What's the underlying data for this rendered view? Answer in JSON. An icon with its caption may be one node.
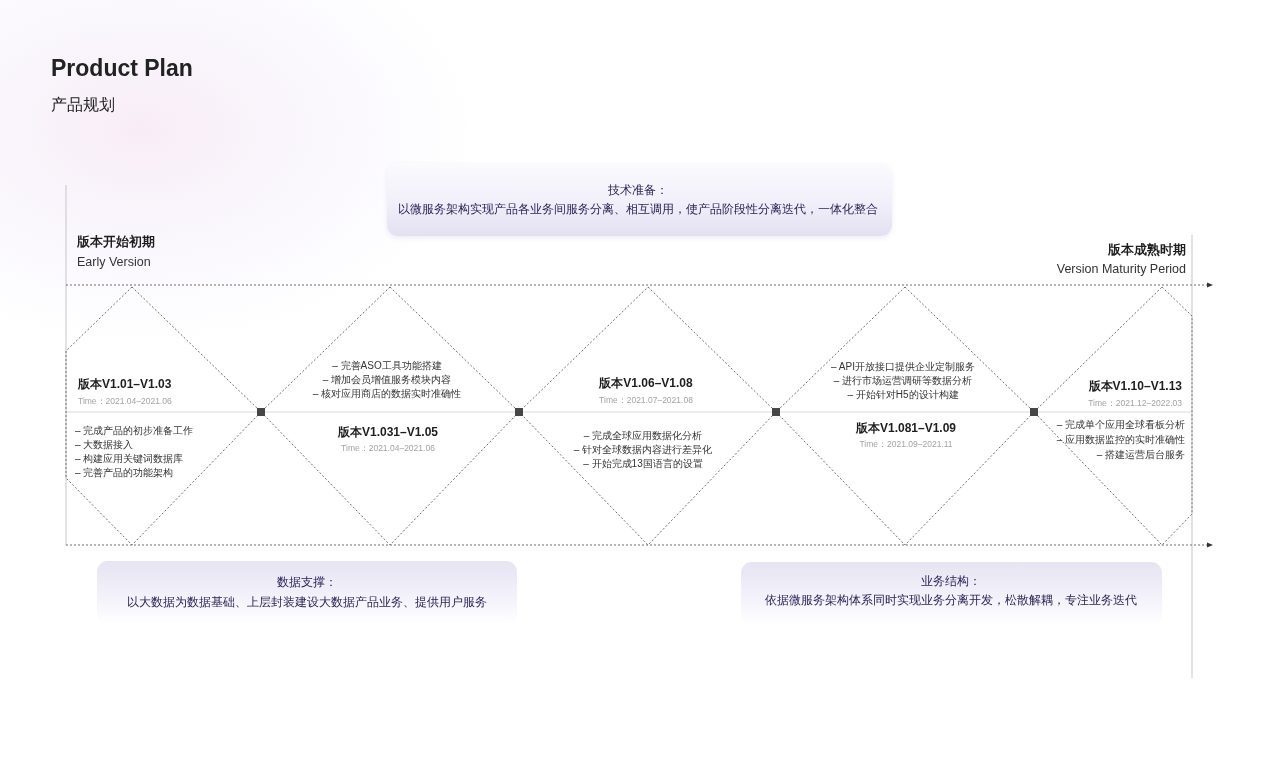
{
  "diagram": {
    "title": "Product Plan",
    "nodes": [
      {
        "text": [
          "技术准备：",
          "以微服务架构实现产品各业务间服务分离、相互调用，使产品阶段性分离迭代，一体化整合"
        ]
      },
      {
        "text": [
          "版本V1.01–V1.03",
          "Time：2021.04–2021.06",
          "– 完成产品的初步准备工作",
          "– 大数据接入",
          "– 构建应用关键词数据库",
          "– 完善产品的功能架构"
        ]
      },
      {
        "text": [
          "– 完善ASO工具功能搭建",
          "– 增加会员增值服务模块内容",
          "– 核对应用商店的数据实时准确性",
          "版本V1.031–V1.05",
          "Time：2021.04–2021.06"
        ]
      },
      {
        "text": [
          "版本V1.06–V1.08",
          "Time：2021.07–2021.08",
          "– 完成全球应用数据化分析",
          "– 针对全球数据内容进行差异化",
          "– 开始完成13国语言的设置"
        ]
      },
      {
        "text": [
          "– API开放接口提供企业定制服务",
          "– 进行市场运营调研等数据分析",
          "– 开始针对H5的设计构建",
          "版本V1.081–V1.09",
          "Time：2021.09–2021.11"
        ]
      },
      {
        "text": [
          "版本V1.10–V1.13",
          "Time：2021.12–2022.03",
          "– 完成单个应用全球看板分析",
          "– 应用数据监控的实时准确性",
          "– 搭建运营后台服务"
        ]
      },
      {
        "text": [
          "数据支撑：",
          "以大数据为数据基础、上层封装建设大数据产品业务、提供用户服务"
        ]
      },
      {
        "text": [
          "业务结构：",
          "依据微服务架构体系同时实现业务分离开发，松散解耦，专注业务迭代"
        ]
      }
    ],
    "labels": [
      "产品规划",
      "版本开始初期",
      "Early Version",
      "版本成熟时期",
      "Version Maturity Period"
    ]
  }
}
